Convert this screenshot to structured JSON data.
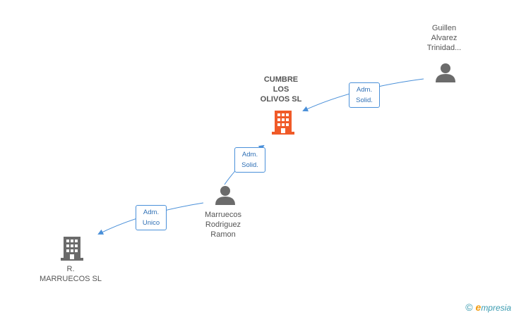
{
  "nodes": {
    "company_main": {
      "lines": [
        "CUMBRE",
        "LOS",
        "OLIVOS SL"
      ],
      "icon": "building-icon",
      "color": "#f05a28"
    },
    "company_other": {
      "lines": [
        "R.",
        "MARRUECOS SL"
      ],
      "icon": "building-icon",
      "color": "#6b6b6b"
    },
    "person_guillen": {
      "lines": [
        "Guillen",
        "Alvarez",
        "Trinidad..."
      ],
      "icon": "person-icon"
    },
    "person_marruecos": {
      "lines": [
        "Marruecos",
        "Rodriguez",
        "Ramon"
      ],
      "icon": "person-icon"
    }
  },
  "edges": {
    "guillen_to_cumbre": {
      "role": [
        "Adm.",
        "Solid."
      ]
    },
    "marruecos_to_cumbre": {
      "role": [
        "Adm.",
        "Solid."
      ]
    },
    "marruecos_to_rmarruecos": {
      "role": [
        "Adm.",
        "Unico"
      ]
    }
  },
  "colors": {
    "edge": "#4a90d9",
    "person": "#6b6b6b"
  },
  "footer": {
    "copyright": "©",
    "brand_initial": "e",
    "brand_rest": "mpresia"
  }
}
